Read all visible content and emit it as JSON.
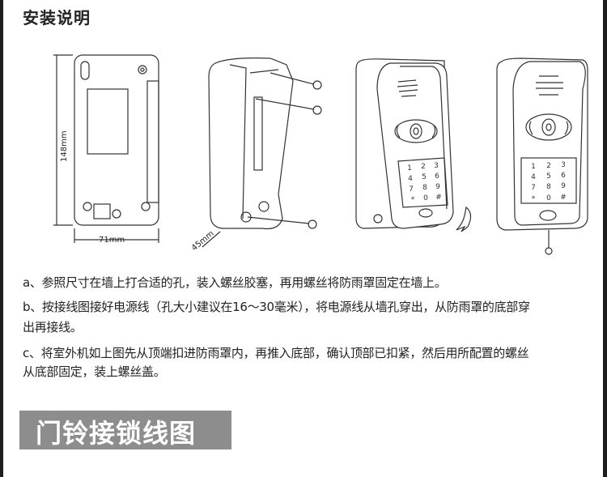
{
  "title": "安装说明",
  "figure": {
    "dimensions": {
      "height": "148mm",
      "width": "71mm",
      "depth": "45mm"
    },
    "keypad": [
      "1",
      "2",
      "3",
      "4",
      "5",
      "6",
      "7",
      "8",
      "9",
      "*",
      "0",
      "#"
    ]
  },
  "instructions": [
    "a、参照尺寸在墙上打合适的孔，装入螺丝胶塞，再用螺丝将防雨罩固定在墙上。",
    "b、按接线图接好电源线（孔大小建议在16～30毫米），将电源线从墙孔穿出，从防雨罩的底部穿",
    "出再接线。",
    "c、将室外机如上图先从顶端扣进防雨罩内，再推入底部，确认顶部已扣紧，然后用所配置的螺丝",
    "从底部固定，装上螺丝盖。"
  ],
  "section_banner": "门铃接锁线图"
}
